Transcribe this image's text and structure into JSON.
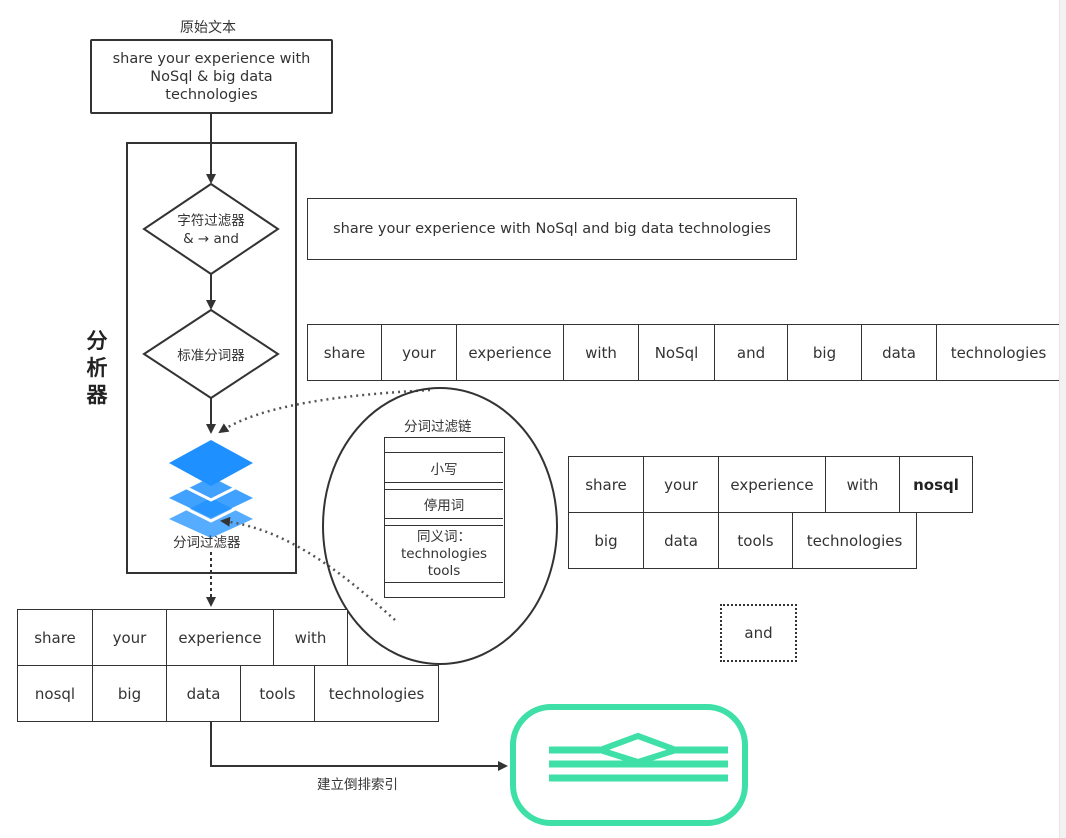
{
  "colors": {
    "line": "#333333",
    "layer_blue": "#1e90ff",
    "index_green": "#3ee0a8"
  },
  "original_text": {
    "label": "原始文本",
    "lines": [
      "share your experience with",
      "NoSql & big data",
      "technologies"
    ]
  },
  "analyzer": {
    "label": [
      "分",
      "析",
      "器"
    ],
    "char_filter": {
      "lines": [
        "字符过滤器",
        "& → and"
      ]
    },
    "tokenizer": {
      "label": "标准分词器"
    },
    "token_filter": {
      "label": "分词过滤器",
      "icon": "layers-icon"
    }
  },
  "char_filter_output": "share your experience with NoSql and big data technologies",
  "tokenizer_output": [
    "share",
    "your",
    "experience",
    "with",
    "NoSql",
    "and",
    "big",
    "data",
    "technologies"
  ],
  "filter_chain": {
    "title": "分词过滤链",
    "items": [
      "小写",
      "停用词"
    ],
    "synonym_lines": [
      "同义词：",
      "technologies",
      "tools"
    ]
  },
  "filtered_output": {
    "row1": [
      "share",
      "your",
      "experience",
      "with",
      "nosql"
    ],
    "row2": [
      "big",
      "data",
      "tools",
      "technologies"
    ]
  },
  "removed_token": "and",
  "final_output": {
    "row1": [
      "share",
      "your",
      "experience",
      "with"
    ],
    "row2": [
      "nosql",
      "big",
      "data",
      "tools",
      "technologies"
    ]
  },
  "build_index_label": "建立倒排索引",
  "index_icon": "inverted-index-icon"
}
